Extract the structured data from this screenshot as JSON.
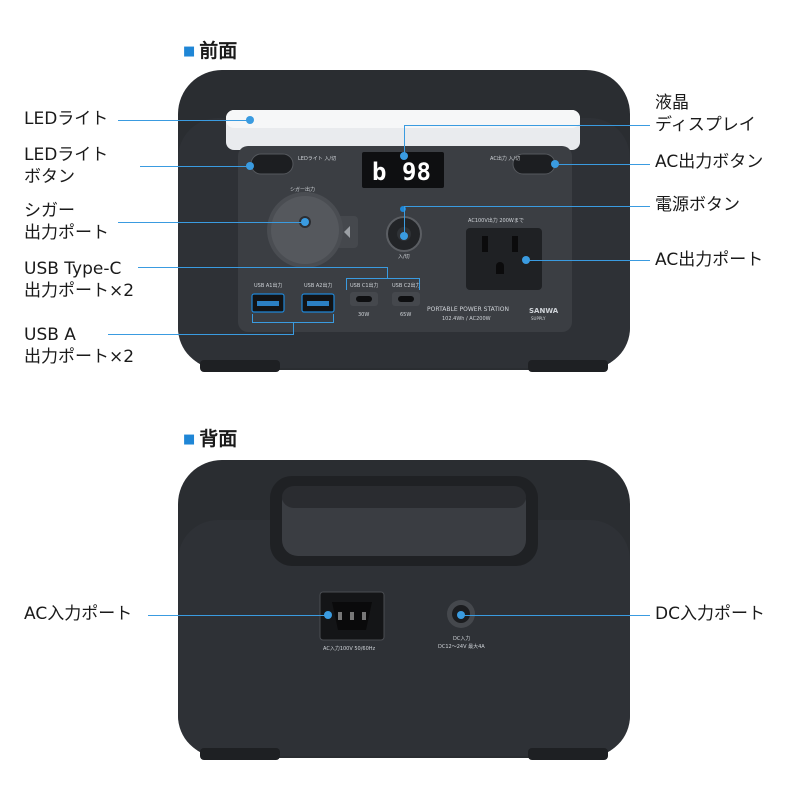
{
  "front": {
    "title": "前面",
    "labels": {
      "led_light": "LEDライト",
      "led_button_line1": "LEDライト",
      "led_button_line2": "ボタン",
      "cigar_line1": "シガー",
      "cigar_line2": "出力ポート",
      "usbc_line1": "USB Type-C",
      "usbc_line2": "出力ポート×2",
      "usba_line1": "USB A",
      "usba_line2": "出力ポート×2",
      "lcd_line1": "液晶",
      "lcd_line2": "ディスプレイ",
      "ac_button": "AC出力ボタン",
      "power_button": "電源ボタン",
      "ac_output": "AC出力ポート"
    },
    "panel": {
      "display_left": "b",
      "display_right": "98",
      "led_button_caption": "LEDライト 入/切",
      "ac_button_caption": "AC出力 入/切",
      "cigar_caption": "シガー出力",
      "power_caption": "入/切",
      "ac_rating": "AC100V出力 200Wまで",
      "usba1": "USB A1出力",
      "usba2": "USB A2出力",
      "usbc1": "USB C1出力",
      "usbc2": "USB C2出力",
      "usbc1_watt": "30W",
      "usbc2_watt": "65W",
      "product_name": "PORTABLE POWER STATION",
      "product_spec": "102.4Wh / AC200W",
      "brand": "SANWA",
      "brand_sub": "SUPPLY"
    }
  },
  "back": {
    "title": "背面",
    "labels": {
      "ac_input": "AC入力ポート",
      "dc_input": "DC入力ポート"
    },
    "panel": {
      "ac_input_caption": "AC入力100V 50/60Hz",
      "dc_input_caption1": "DC入力",
      "dc_input_caption2": "DC12〜24V 最大4A"
    }
  },
  "colors": {
    "accent": "#3a9be0",
    "title_mark": "#1f86d6",
    "body": "#2b2e33",
    "panel": "#3a3d42"
  }
}
